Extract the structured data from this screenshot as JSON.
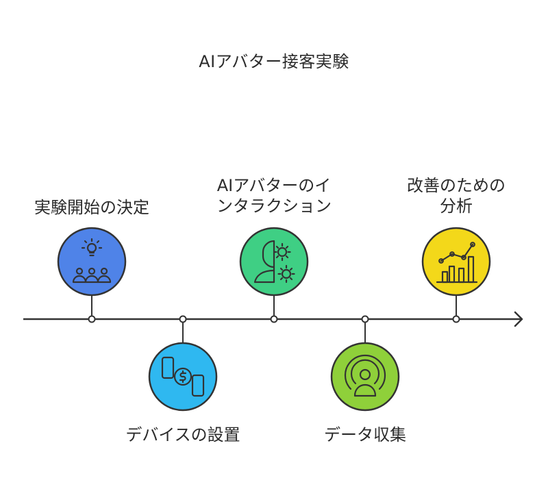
{
  "title": "AIアバター接客実験",
  "colors": {
    "line": "#333333",
    "step1": "#4f83e8",
    "step2": "#2fb8f0",
    "step3": "#3fcf84",
    "step4": "#8fd03a",
    "step5": "#f3d81a"
  },
  "steps": [
    {
      "lines": [
        "実験開始の決定"
      ],
      "icon": "lightbulb-audience-icon",
      "position": "above"
    },
    {
      "lines": [
        "デバイスの設置"
      ],
      "icon": "devices-dollar-icon",
      "position": "below"
    },
    {
      "lines": [
        "AIアバターのイ",
        "ンタラクション"
      ],
      "icon": "ai-head-gear-icon",
      "position": "above"
    },
    {
      "lines": [
        "データ収集"
      ],
      "icon": "broadcast-user-icon",
      "position": "below"
    },
    {
      "lines": [
        "改善のための",
        "分析"
      ],
      "icon": "growth-chart-icon",
      "position": "above"
    }
  ]
}
